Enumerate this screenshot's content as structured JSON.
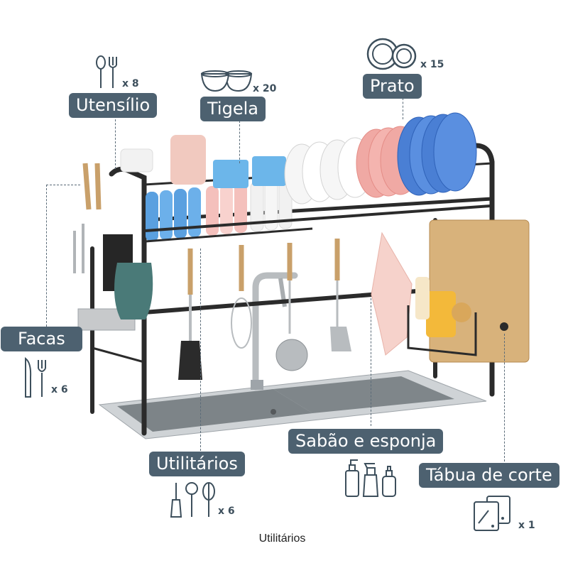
{
  "items": {
    "utensil": {
      "label": "Utensílio",
      "count": "x 8",
      "icon": "spoon-fork-icon"
    },
    "bowl": {
      "label": "Tigela",
      "count": "x 20",
      "icon": "bowls-icon"
    },
    "plate": {
      "label": "Prato",
      "count": "x 15",
      "icon": "plates-icon"
    },
    "knives": {
      "label": "Facas",
      "count": "x 6",
      "icon": "knife-fork-icon"
    },
    "utilities": {
      "label": "Utilitários",
      "count": "x 6",
      "icon": "kitchen-tools-icon"
    },
    "soap": {
      "label": "Sabão e esponja",
      "icon": "soap-bottles-icon"
    },
    "board": {
      "label": "Tábua de corte",
      "count": "x 1",
      "icon": "cutting-board-icon"
    }
  },
  "caption": "Utilitários",
  "colors": {
    "label_bg": "#4d6170",
    "frame": "#2b2b2b",
    "plate_blue": "#4a7fd4",
    "plate_pink": "#f0a9a4",
    "wood": "#c9a06a"
  }
}
